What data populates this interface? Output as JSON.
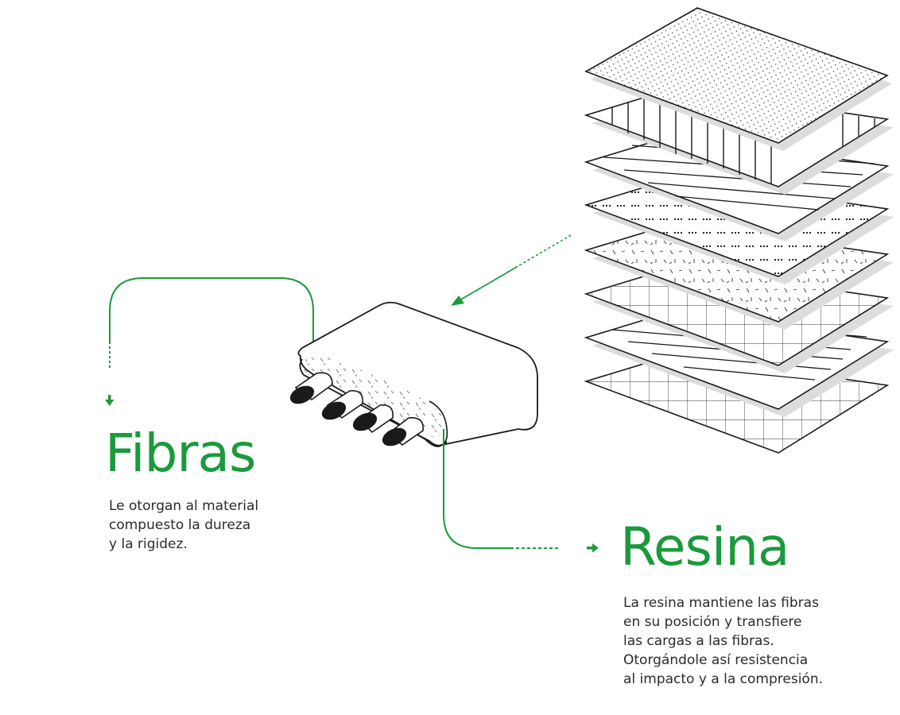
{
  "colors": {
    "accent": "#1a9a3c",
    "ink": "#1a1a1a",
    "shadow": "#dcdcdc"
  },
  "icons": [
    "arrow-down-icon",
    "arrow-right-icon",
    "arrow-diagonal-icon"
  ],
  "fibras": {
    "title": "Fibras",
    "description": "Le otorgan al material\ncompuesto la dureza\ny la rigidez."
  },
  "resina": {
    "title": "Resina",
    "description": "La resina mantiene las fibras\nen su posición y transfiere\nlas cargas a las fibras.\nOtorgándole así resistencia\nal impacto y a la compresión."
  },
  "layers": [
    {
      "pattern": "fine-dots"
    },
    {
      "pattern": "vertical-lines"
    },
    {
      "pattern": "diagonal-lines"
    },
    {
      "pattern": "dot-rows"
    },
    {
      "pattern": "random-dashes"
    },
    {
      "pattern": "grid"
    },
    {
      "pattern": "diagonal-lines"
    },
    {
      "pattern": "grid"
    }
  ]
}
